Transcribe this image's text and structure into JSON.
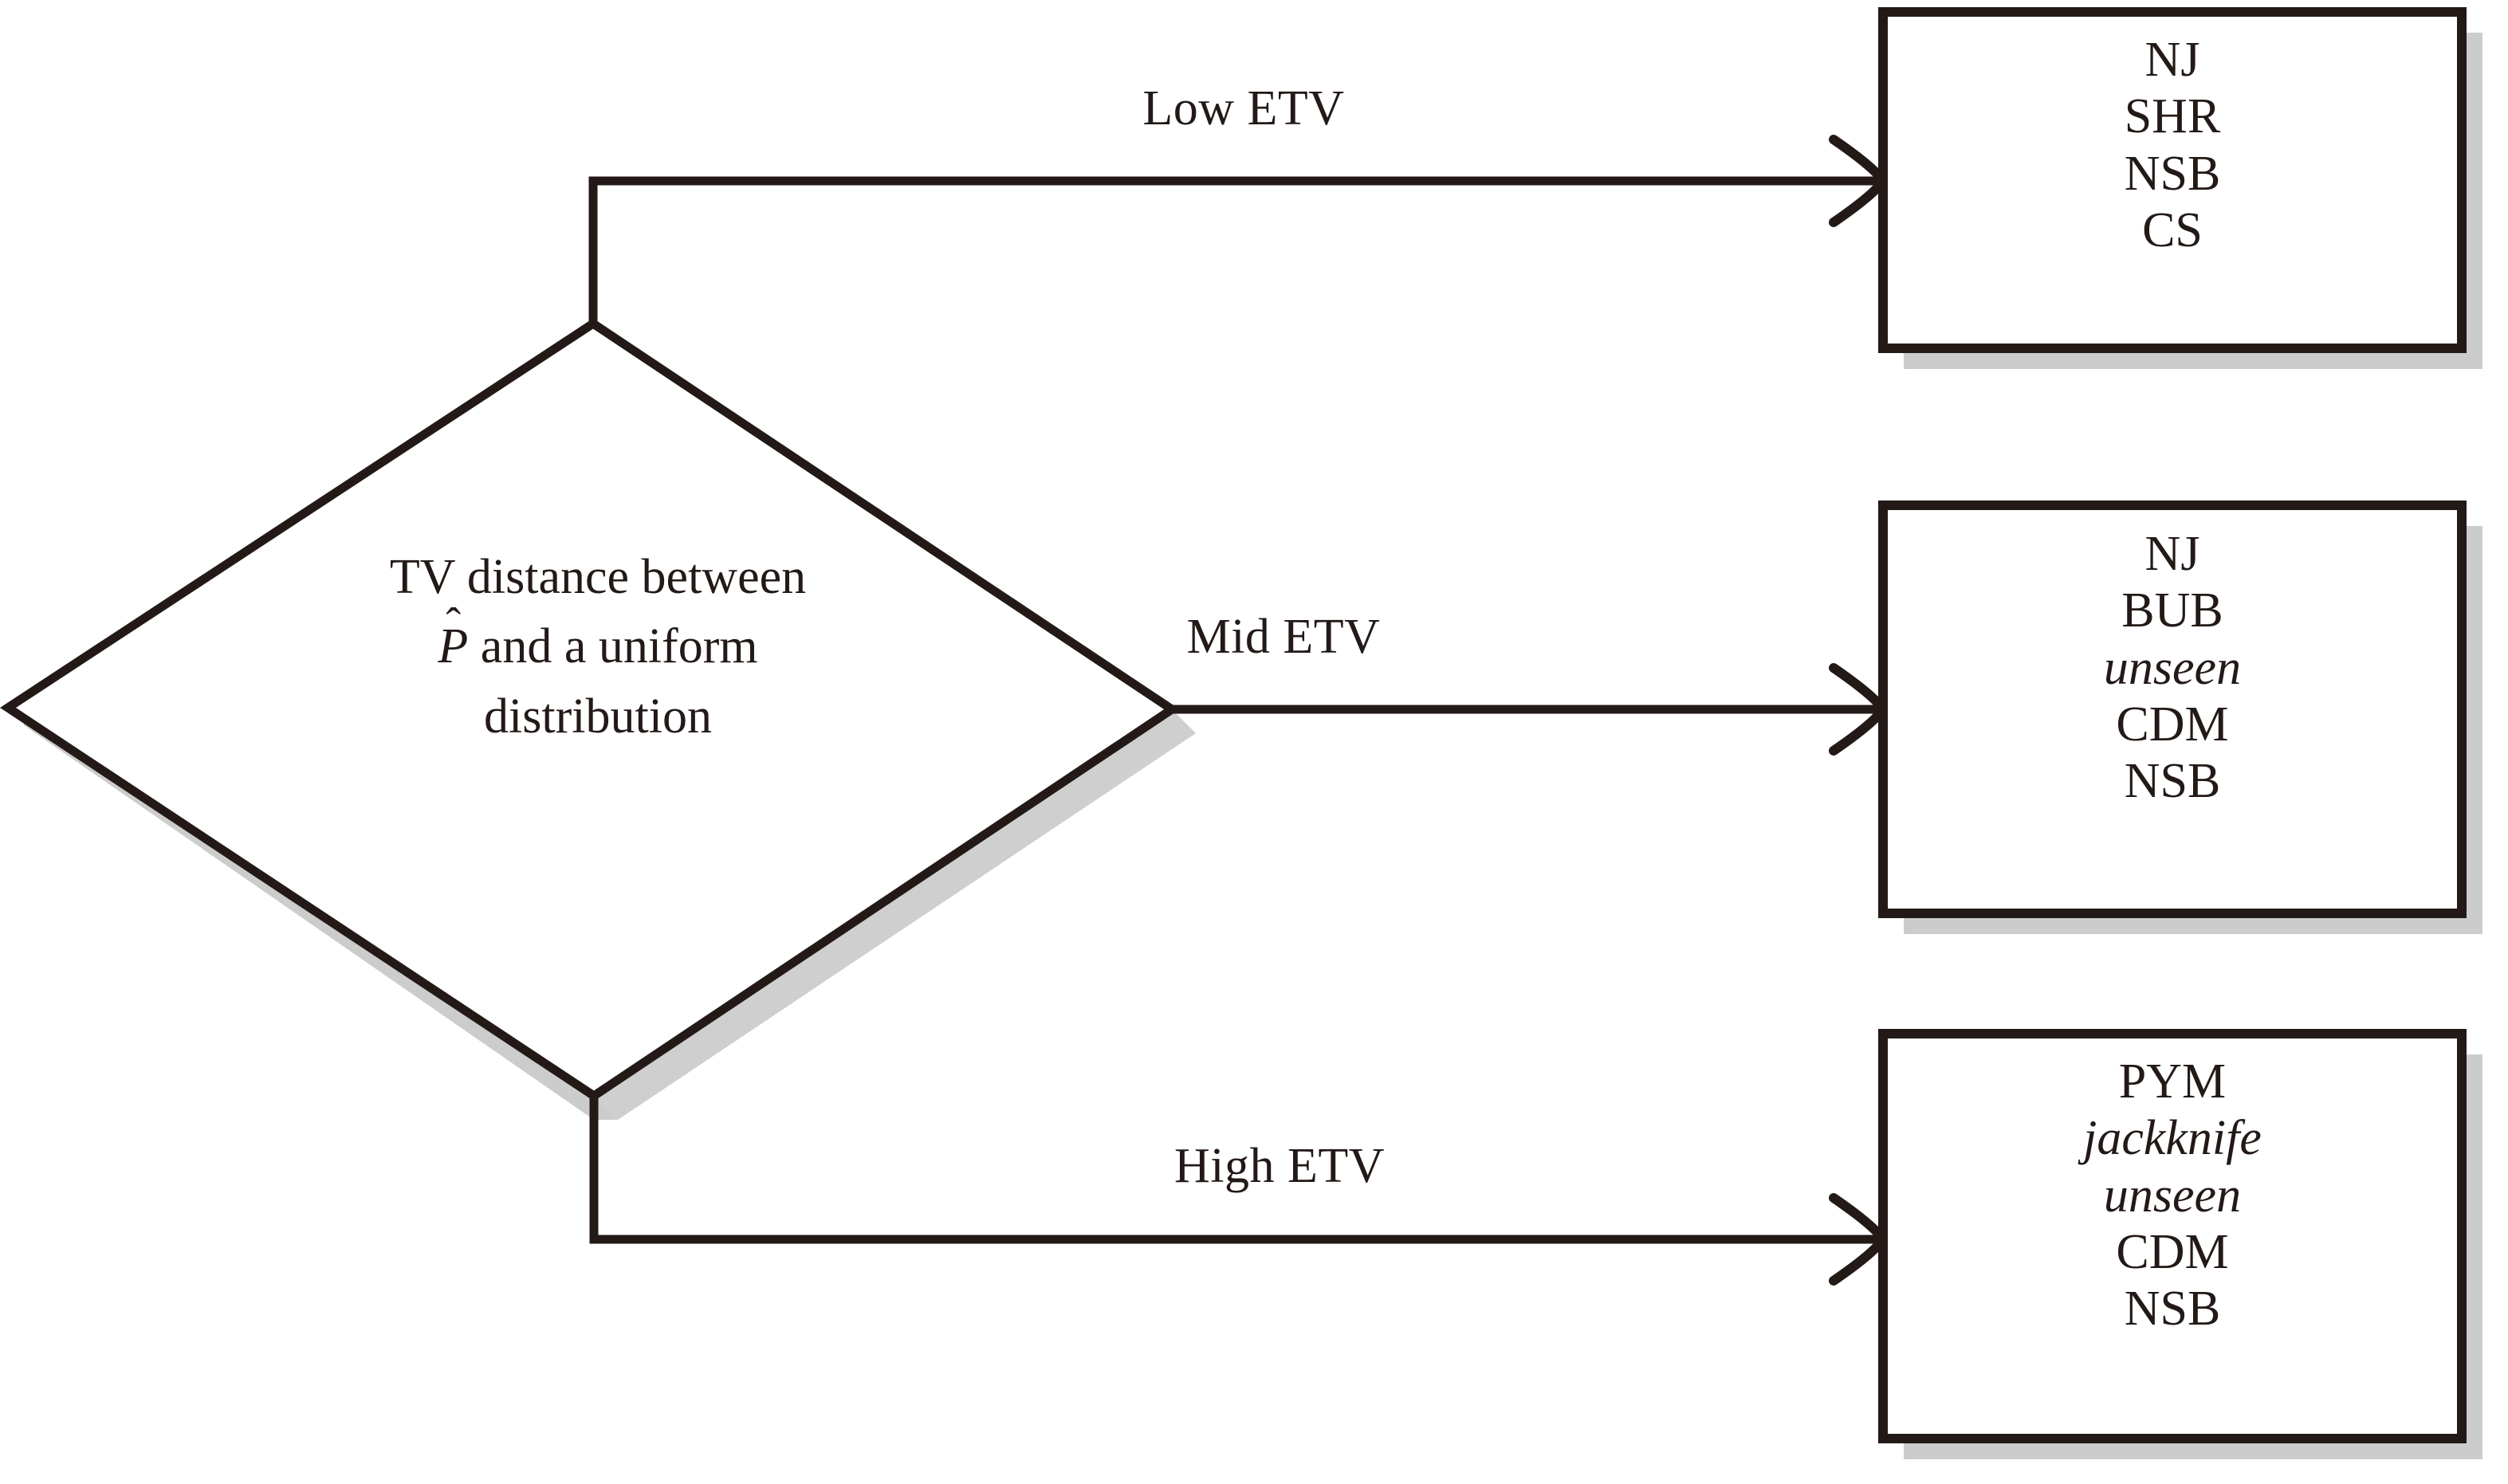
{
  "diagram": {
    "type": "flowchart",
    "decision": {
      "label_lines": [
        "TV distance between",
        "P̂ and a uniform",
        "distribution"
      ],
      "line1": "TV distance between",
      "line2_prefix": "P",
      "line2_hat": "ˆ",
      "line2_rest": " and a uniform",
      "line3": "distribution"
    },
    "branches": [
      {
        "label": "Low ETV",
        "outcome_items": [
          {
            "text": "NJ",
            "style": "normal"
          },
          {
            "text": "SHR",
            "style": "normal"
          },
          {
            "text": "NSB",
            "style": "normal"
          },
          {
            "text": "CS",
            "style": "normal"
          }
        ]
      },
      {
        "label": "Mid ETV",
        "outcome_items": [
          {
            "text": "NJ",
            "style": "normal"
          },
          {
            "text": "BUB",
            "style": "normal"
          },
          {
            "text": "unseen",
            "style": "italic"
          },
          {
            "text": "CDM",
            "style": "normal"
          },
          {
            "text": "NSB",
            "style": "normal"
          }
        ]
      },
      {
        "label": "High ETV",
        "outcome_items": [
          {
            "text": "PYM",
            "style": "normal"
          },
          {
            "text": "jackknife",
            "style": "italic"
          },
          {
            "text": "unseen",
            "style": "italic"
          },
          {
            "text": "CDM",
            "style": "normal"
          },
          {
            "text": "NSB",
            "style": "normal"
          }
        ]
      }
    ],
    "colors": {
      "stroke": "#231a17",
      "shadow": "#cccccc",
      "fill": "#ffffff",
      "background": "#ffffff"
    }
  }
}
